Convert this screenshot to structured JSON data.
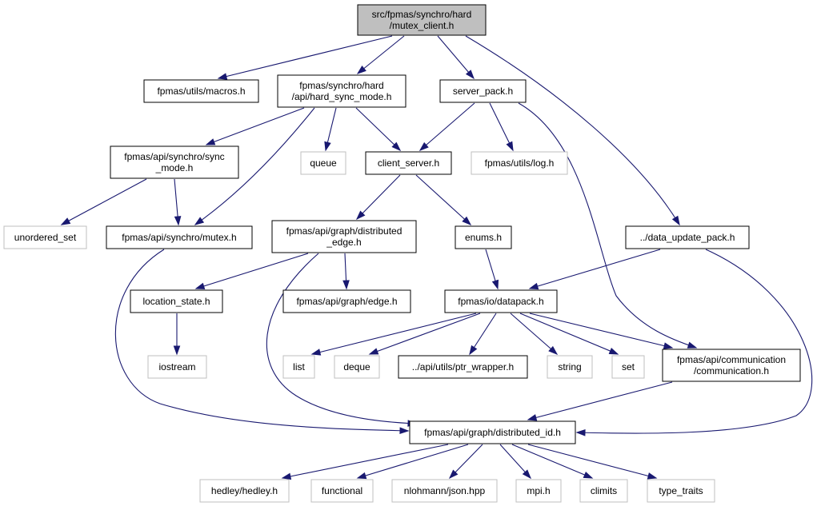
{
  "graph": {
    "nodes": {
      "root": [
        "src/fpmas/synchro/hard",
        "/mutex_client.h"
      ],
      "macros": [
        "fpmas/utils/macros.h"
      ],
      "hard_sync_mode": [
        "fpmas/synchro/hard",
        "/api/hard_sync_mode.h"
      ],
      "server_pack": [
        "server_pack.h"
      ],
      "sync_mode": [
        "fpmas/api/synchro/sync",
        "_mode.h"
      ],
      "queue": [
        "queue"
      ],
      "client_server": [
        "client_server.h"
      ],
      "log": [
        "fpmas/utils/log.h"
      ],
      "unordered_set": [
        "unordered_set"
      ],
      "mutex": [
        "fpmas/api/synchro/mutex.h"
      ],
      "distributed_edge": [
        "fpmas/api/graph/distributed",
        "_edge.h"
      ],
      "enums": [
        "enums.h"
      ],
      "data_update_pack": [
        "../data_update_pack.h"
      ],
      "location_state": [
        "location_state.h"
      ],
      "edge": [
        "fpmas/api/graph/edge.h"
      ],
      "datapack": [
        "fpmas/io/datapack.h"
      ],
      "iostream": [
        "iostream"
      ],
      "list": [
        "list"
      ],
      "deque": [
        "deque"
      ],
      "ptr_wrapper": [
        "../api/utils/ptr_wrapper.h"
      ],
      "string": [
        "string"
      ],
      "set": [
        "set"
      ],
      "communication": [
        "fpmas/api/communication",
        "/communication.h"
      ],
      "distributed_id": [
        "fpmas/api/graph/distributed_id.h"
      ],
      "hedley": [
        "hedley/hedley.h"
      ],
      "functional": [
        "functional"
      ],
      "json": [
        "nlohmann/json.hpp"
      ],
      "mpi": [
        "mpi.h"
      ],
      "climits": [
        "climits"
      ],
      "type_traits": [
        "type_traits"
      ]
    },
    "colors": {
      "edge": "#191970",
      "root_fill": "#bfbfbf",
      "external_border": "#bfbfbf",
      "node_border": "#000000"
    }
  }
}
